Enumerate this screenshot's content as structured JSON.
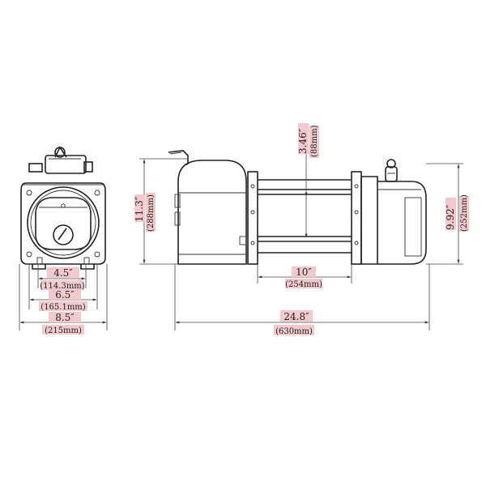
{
  "front_view": {
    "width_inner_in": "4.5″",
    "width_inner_mm": "(114.3mm)",
    "width_mid_in": "6.5″",
    "width_mid_mm": "(165.1mm)",
    "width_outer_in": "8.5″",
    "width_outer_mm": "(215mm)"
  },
  "side_view": {
    "height_total_in": "11.3″",
    "height_total_mm": "(288mm)",
    "drum_diameter_in": "3.46″",
    "drum_diameter_mm": "(88mm)",
    "drum_length_in": "10″",
    "drum_length_mm": "(254mm)",
    "length_total_in": "24.8″",
    "length_total_mm": "(630mm)",
    "height_right_in": "9.92″",
    "height_right_mm": "(252mm)"
  }
}
